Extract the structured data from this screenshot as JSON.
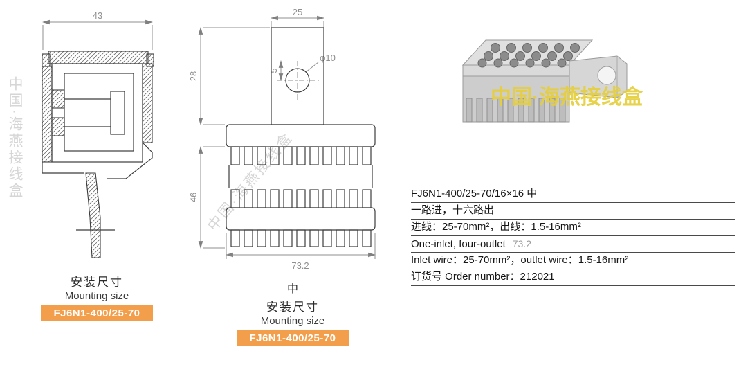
{
  "watermark": {
    "text": "中国·海燕接线盒",
    "yellow": "#e6cf3c",
    "gray": "#bdbdbd"
  },
  "left_view": {
    "dim_width": "43",
    "caption_cn": "安装尺寸",
    "caption_en": "Mounting size",
    "model_badge": "FJ6N1-400/25-70"
  },
  "middle_view": {
    "dim_tab_width": "25",
    "dim_hole_offset": "5",
    "dim_hole_dia": "φ10",
    "dim_tab_height": "28",
    "dim_body_height": "46",
    "dim_body_width": "73.2",
    "size_class": "中",
    "caption_cn": "安装尺寸",
    "caption_en": "Mounting size",
    "model_badge": "FJ6N1-400/25-70"
  },
  "product_panel": {
    "specs": [
      "FJ6N1-400/25-70/16×16 中",
      "一路进，十六路出",
      "进线：25-70mm²，出线：1.5-16mm²",
      "One-inlet, four-outlet",
      "Inlet wire：25-70mm²，outlet wire：1.5-16mm²",
      "订货号 Order number：212021"
    ],
    "spec4_overlay": "73.2",
    "accent_orange": "#f29e4a"
  }
}
